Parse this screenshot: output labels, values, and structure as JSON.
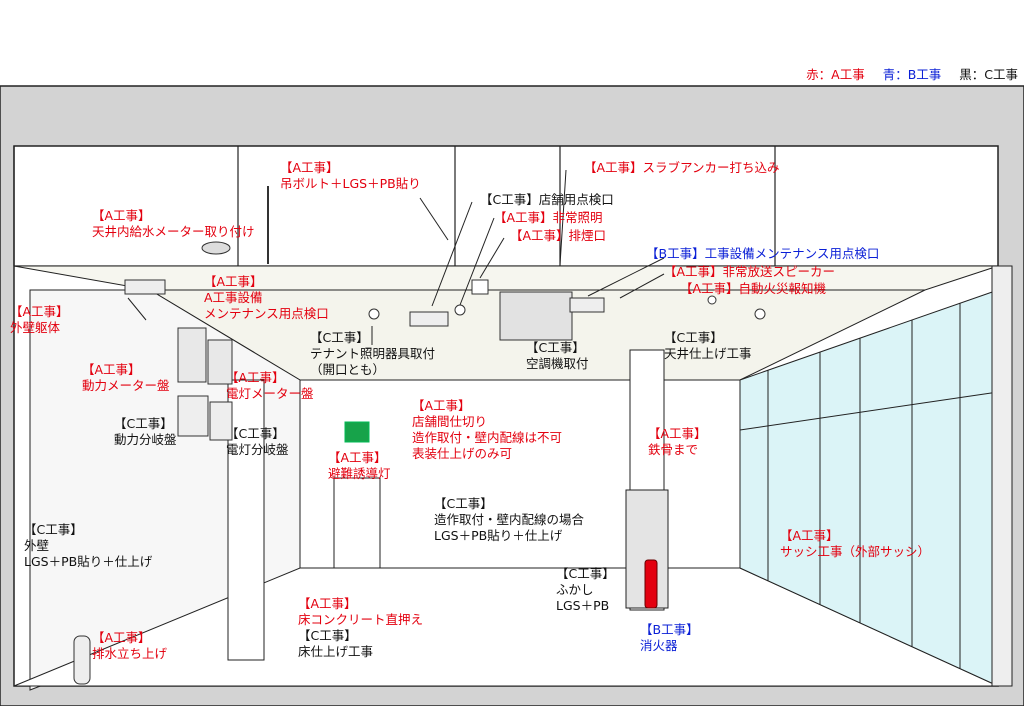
{
  "legend": {
    "red": "赤：A工事",
    "blue": "青：B工事",
    "black": "黒：C工事"
  },
  "colors": {
    "a_work": "#e3000f",
    "b_work": "#0a1fd6",
    "c_work": "#111111"
  },
  "labels": {
    "pipe_bolt": [
      "【A工事】",
      "吊ボルト＋LGS＋PB貼り"
    ],
    "slab_anchor": [
      "【A工事】スラブアンカー打ち込み"
    ],
    "ceiling_water_meter": [
      "【A工事】",
      "天井内給水メーター取り付け"
    ],
    "shop_inspection_port": [
      "【C工事】店舗用点検口"
    ],
    "emergency_light": [
      "【A工事】非常照明"
    ],
    "smoke_exhaust": [
      "【A工事】排煙口"
    ],
    "b_maintenance_port": [
      "【B工事】工事設備メンテナンス用点検口"
    ],
    "emergency_speaker": [
      "【A工事】非常放送スピーカー"
    ],
    "fire_alarm": [
      "【A工事】自動火災報知機"
    ],
    "a_equipment_port": [
      "【A工事】",
      "A工事設備",
      "メンテナンス用点検口"
    ],
    "exterior_frame": [
      "【A工事】",
      "外壁躯体"
    ],
    "tenant_light": [
      "【C工事】",
      "テナント照明器具取付",
      "（開口とも）"
    ],
    "air_conditioner": [
      "【C工事】",
      "空調機取付"
    ],
    "ceiling_finish": [
      "【C工事】",
      "天井仕上げ工事"
    ],
    "power_meter": [
      "【A工事】",
      "動力メーター盤"
    ],
    "light_meter": [
      "【A工事】",
      "電灯メーター盤"
    ],
    "power_panel": [
      "【C工事】",
      "動力分岐盤"
    ],
    "light_panel": [
      "【C工事】",
      "電灯分岐盤"
    ],
    "shop_partition": [
      "【A工事】",
      "店舗間仕切り",
      "造作取付・壁内配線は不可",
      "表装仕上げのみ可"
    ],
    "steel_frame": [
      "【A工事】",
      "鉄骨まで"
    ],
    "evacuation_light": [
      "【A工事】",
      "避難誘導灯"
    ],
    "interior_wiring": [
      "【C工事】",
      "造作取付・壁内配線の場合",
      "LGS＋PB貼り＋仕上げ"
    ],
    "exterior_wall": [
      "【C工事】",
      "外壁",
      "LGS＋PB貼り＋仕上げ"
    ],
    "sash": [
      "【A工事】",
      "サッシ工事（外部サッシ）"
    ],
    "fukashi": [
      "【C工事】",
      "ふかし",
      "LGS＋PB"
    ],
    "floor_concrete": [
      "【A工事】",
      "床コンクリート直押え"
    ],
    "floor_finish": [
      "【C工事】",
      "床仕上げ工事"
    ],
    "drain_riser": [
      "【A工事】",
      "排水立ち上げ"
    ],
    "extinguisher": [
      "【B工事】",
      "消火器"
    ]
  }
}
